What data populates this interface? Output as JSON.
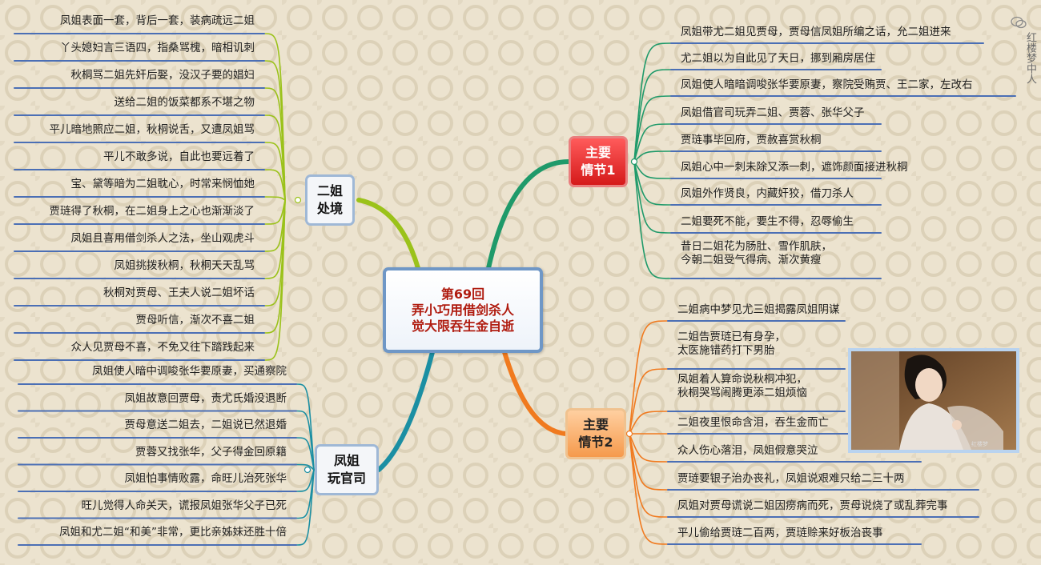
{
  "center": {
    "line1": "第69回",
    "line2": "弄小巧用借剑杀人",
    "line3": "觉大限吞生金自逝"
  },
  "branch_erjie": {
    "line1": "二姐",
    "line2": "处境"
  },
  "branch_fengjie": {
    "line1": "凤姐",
    "line2": "玩官司"
  },
  "branch_main1": {
    "line1": "主要",
    "line2": "情节1"
  },
  "branch_main2": {
    "line1": "主要",
    "line2": "情节2"
  },
  "erjie_items": [
    "凤姐表面一套，背后一套，装病疏远二姐",
    "丫头媳妇言三语四，指桑骂槐，暗相讥刺",
    "秋桐骂二姐先奸后娶，没汉子要的娼妇",
    "送给二姐的饭菜都系不堪之物",
    "平儿暗地照应二姐，秋桐说舌，又遭凤姐骂",
    "平儿不敢多说，自此也要远着了",
    "宝、黛等暗为二姐耽心，时常来悯恤她",
    "贾琏得了秋桐，在二姐身上之心也渐渐淡了",
    "凤姐且喜用借剑杀人之法，坐山观虎斗",
    "凤姐挑拨秋桐，秋桐天天乱骂",
    "秋桐对贾母、王夫人说二姐坏话",
    "贾母听信，渐次不喜二姐",
    "众人见贾母不喜，不免又往下踏践起来"
  ],
  "fengjie_items": [
    "凤姐使人暗中调唆张华要原妻，买通察院",
    "凤姐故意回贾母，责尤氏婚没退断",
    "贾母意送二姐去，二姐说已然退婚",
    "贾蓉又找张华，父子得金回原籍",
    "凤姐怕事情败露，命旺儿治死张华",
    "旺儿觉得人命关天，谎报凤姐张华父子已死",
    "凤姐和尤二姐“和美”非常，更比亲姊妹还胜十倍"
  ],
  "main1_items": [
    [
      "凤姐带尤二姐见贾母，贾母信凤姐所编之话，允二姐进来"
    ],
    [
      "尤二姐以为自此见了天日，挪到厢房居住"
    ],
    [
      "凤姐使人暗暗调唆张华要原妻，察院受贿贾、王二家，左改右"
    ],
    [
      "凤姐借官司玩弄二姐、贾蓉、张华父子"
    ],
    [
      "贾琏事毕回府，贾赦喜赏秋桐"
    ],
    [
      "凤姐心中一刺未除又添一刺，遮饰颜面接进秋桐"
    ],
    [
      "凤姐外作贤良，内藏奸狡，借刀杀人"
    ],
    [
      "二姐要死不能，要生不得，忍辱偷生"
    ],
    [
      "昔日二姐花为肠肚、雪作肌肤，",
      "今朝二姐受气得病、渐次黄瘦"
    ]
  ],
  "main2_items": [
    [
      "二姐病中梦见尤三姐揭露凤姐阴谋"
    ],
    [
      "二姐告贾琏已有身孕，",
      "太医施错药打下男胎"
    ],
    [
      "凤姐着人算命说秋桐冲犯，",
      "秋桐哭骂闹腾更添二姐烦恼"
    ],
    [
      "二姐夜里恨命含泪，吞生金而亡"
    ],
    [
      "众人伤心落泪，凤姐假意哭泣"
    ],
    [
      "贾琏要银子治办丧礼，凤姐说艰难只给二三十两"
    ],
    [
      "凤姐对贾母谎说二姐因痨病而死，贾母说烧了或乱葬完事"
    ],
    [
      "平儿偷给贾琏二百两，贾琏赊来好板治丧事"
    ]
  ],
  "watermark": "红楼梦中人",
  "colors": {
    "erjie": "#9bc21a",
    "fengjie": "#1b8fa3",
    "main1": "#1f9a6a",
    "main2": "#f07a1f",
    "underline": "#4b6fb5"
  }
}
